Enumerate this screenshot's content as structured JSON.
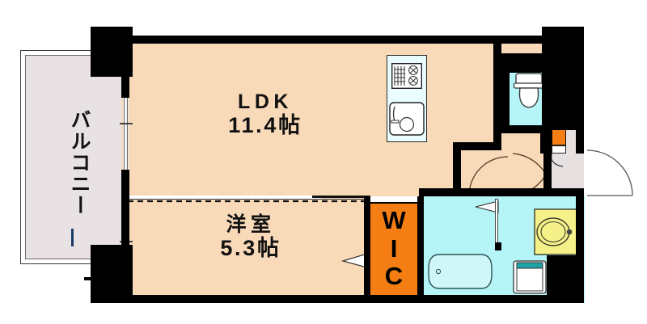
{
  "document": {
    "type": "floor-plan",
    "title": "間取り図",
    "unit_suffix": "帖"
  },
  "rooms": [
    {
      "id": "ldk",
      "name_ja": "LDK",
      "name_line1": "LDK",
      "name_line2": "11.4帖",
      "size_jo": 11.4,
      "fill": "#F8D9B8"
    },
    {
      "id": "yoshitsu",
      "name_ja": "洋室",
      "name_line1": "洋室",
      "name_line2": "5.3帖",
      "size_jo": 5.3,
      "fill": "#F8D9B8"
    },
    {
      "id": "wic",
      "name_ja": "WIC",
      "letters": [
        "W",
        "I",
        "C"
      ],
      "fill": "#F57E14"
    },
    {
      "id": "balcony",
      "name_ja": "バルコニー",
      "fill": "#E9E2E4"
    },
    {
      "id": "bath",
      "name_ja": "浴室",
      "fill": "#B5F4F7"
    },
    {
      "id": "washroom",
      "name_ja": "洗面脱衣室",
      "fill": "#B5F4F7"
    },
    {
      "id": "toilet",
      "name_ja": "トイレ",
      "fill": "#B5F4F7"
    },
    {
      "id": "genkan",
      "name_ja": "玄関",
      "fill": "#F8D9B8"
    },
    {
      "id": "hall",
      "name_ja": "廊下",
      "fill": "#E6E0E1"
    }
  ],
  "fixtures": [
    {
      "id": "gas-stove",
      "name_ja": "ガスコンロ",
      "burners": 2
    },
    {
      "id": "kitchen-sink",
      "name_ja": "シンク"
    },
    {
      "id": "toilet-bowl",
      "name_ja": "便器"
    },
    {
      "id": "bathtub",
      "name_ja": "浴槽"
    },
    {
      "id": "washing-machine",
      "name_ja": "洗濯機置場"
    },
    {
      "id": "vanity-basin",
      "name_ja": "洗面化粧台"
    },
    {
      "id": "shoe-cabinet",
      "name_ja": "シューズボックス"
    }
  ],
  "colors": {
    "room_warm": "#F8D9B8",
    "wet_area": "#B5F4F7",
    "closet_orange": "#F57E14",
    "balcony_gray": "#E9E2E4",
    "hall_gray": "#E6E0E1",
    "wall_black": "#000000",
    "vanity_yellow": "#F6F089",
    "background": "#FFFFFF"
  },
  "labels": {
    "ldk_title": "LDK",
    "ldk_area": "11.4帖",
    "yoshitsu_title": "洋室",
    "yoshitsu_area": "5.3帖",
    "balcony": "バルコニー",
    "wic_w": "W",
    "wic_i": "I",
    "wic_c": "C"
  }
}
